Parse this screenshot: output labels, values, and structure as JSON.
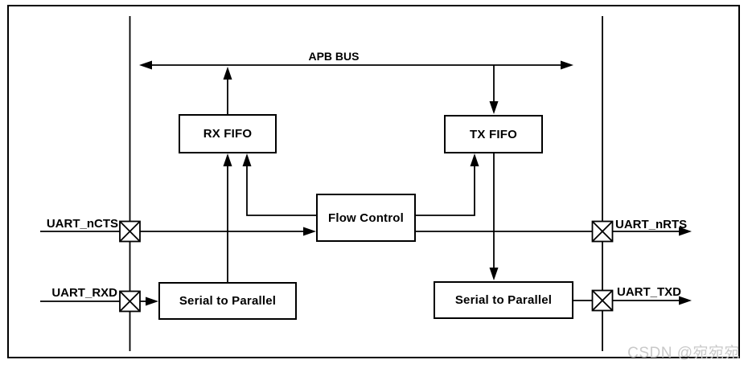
{
  "diagram": {
    "bus_label": "APB BUS",
    "blocks": {
      "rx_fifo": "RX FIFO",
      "tx_fifo": "TX FIFO",
      "flow_control": "Flow Control",
      "serial_to_parallel_rx": "Serial to Parallel",
      "serial_to_parallel_tx": "Serial to Parallel"
    },
    "signals": {
      "uart_ncts": "UART_nCTS",
      "uart_rxd": "UART_RXD",
      "uart_nrts": "UART_nRTS",
      "uart_txd": "UART_TXD"
    },
    "watermark": "CSDN @宛宛宛",
    "colors": {
      "line": "#000000",
      "box_fill": "#ffffff",
      "background": "#ffffff",
      "watermark": "#c9c9c9"
    }
  }
}
